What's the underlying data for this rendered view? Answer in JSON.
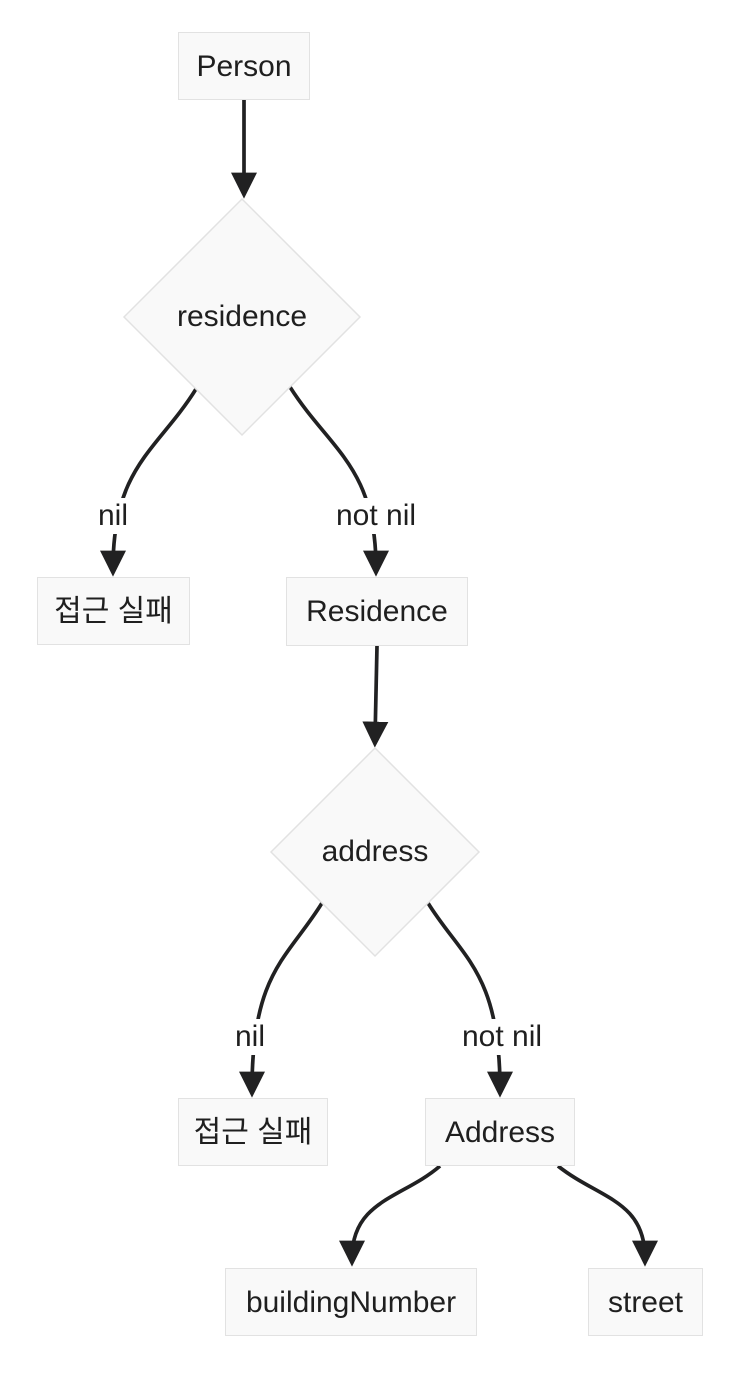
{
  "diagram": {
    "type": "flowchart",
    "direction": "top-down",
    "colors": {
      "background": "#ffffff",
      "node_fill": "#f9f9f9",
      "node_border": "#e2e2e2",
      "edge_stroke": "#212122",
      "text": "#1f1f1f",
      "edge_label_background": "#ffffff"
    },
    "nodes": [
      {
        "id": "person",
        "label": "Person",
        "shape": "rect"
      },
      {
        "id": "residence_check",
        "label": "residence",
        "shape": "diamond"
      },
      {
        "id": "access_fail_1",
        "label": "접근 실패",
        "shape": "rect"
      },
      {
        "id": "residence",
        "label": "Residence",
        "shape": "rect"
      },
      {
        "id": "address_check",
        "label": "address",
        "shape": "diamond"
      },
      {
        "id": "access_fail_2",
        "label": "접근 실패",
        "shape": "rect"
      },
      {
        "id": "address",
        "label": "Address",
        "shape": "rect"
      },
      {
        "id": "building_number",
        "label": "buildingNumber",
        "shape": "rect"
      },
      {
        "id": "street",
        "label": "street",
        "shape": "rect"
      }
    ],
    "edges": [
      {
        "from": "person",
        "to": "residence_check",
        "label": ""
      },
      {
        "from": "residence_check",
        "to": "access_fail_1",
        "label": "nil"
      },
      {
        "from": "residence_check",
        "to": "residence",
        "label": "not nil"
      },
      {
        "from": "residence",
        "to": "address_check",
        "label": ""
      },
      {
        "from": "address_check",
        "to": "access_fail_2",
        "label": "nil"
      },
      {
        "from": "address_check",
        "to": "address",
        "label": "not nil"
      },
      {
        "from": "address",
        "to": "building_number",
        "label": ""
      },
      {
        "from": "address",
        "to": "street",
        "label": ""
      }
    ]
  }
}
